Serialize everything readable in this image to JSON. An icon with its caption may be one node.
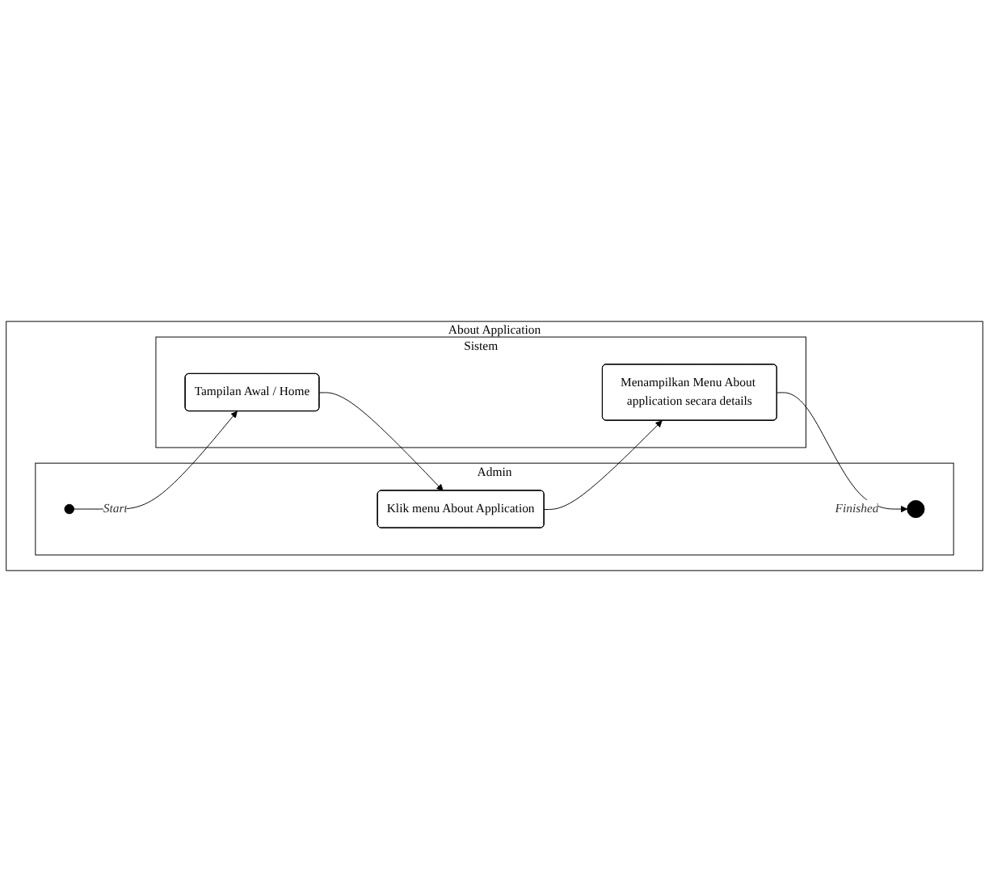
{
  "diagram": {
    "nodes": [
      {
        "text": [
          "About Application"
        ]
      },
      {
        "text": [
          "Admin"
        ],
        "in": 0
      },
      {
        "text": [
          "Sistem"
        ],
        "in": 0
      },
      {
        "text": [],
        "shape": "circle",
        "in": 1
      },
      {
        "text": [
          "Tampilan Awal / Home"
        ],
        "in": 2
      },
      {
        "text": [
          "Klik menu About Application"
        ],
        "in": 1
      },
      {
        "text": [
          "Menampilkan Menu About application secara details"
        ],
        "in": 2
      },
      {
        "text": [],
        "shape": "circle",
        "in": 1
      }
    ],
    "edges": [
      {
        "from": 3,
        "to": 4,
        "arrow": "to",
        "label": "Start"
      },
      {
        "from": 4,
        "to": 5,
        "arrow": "to"
      },
      {
        "from": 5,
        "to": 6,
        "arrow": "to"
      },
      {
        "from": 6,
        "to": 7,
        "arrow": "to",
        "label": "Finished"
      }
    ]
  }
}
